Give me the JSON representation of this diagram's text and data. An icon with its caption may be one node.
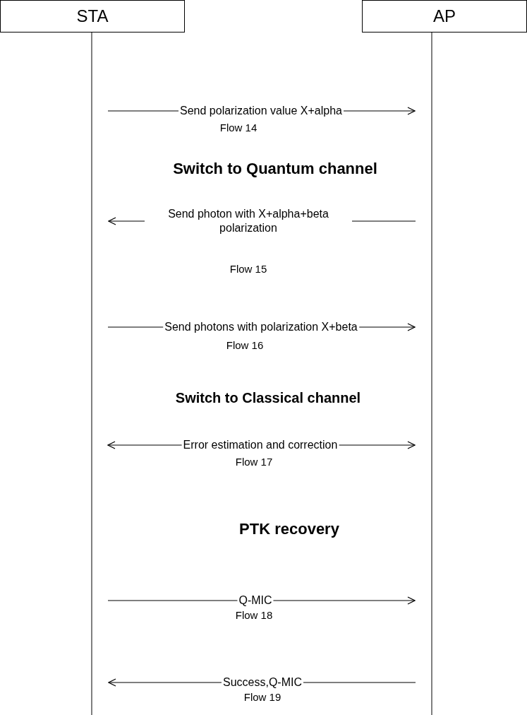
{
  "diagram": {
    "nodes": [
      {
        "text": [
          "STA"
        ]
      },
      {
        "text": [
          "AP"
        ]
      }
    ],
    "edges": [
      {
        "from": 0,
        "to": 1,
        "arrow": "to",
        "label": "Send polarization value X+alpha"
      },
      {
        "from": 1,
        "to": 0,
        "arrow": "to",
        "label": "Send photon with X+alpha+beta polarization"
      },
      {
        "from": 0,
        "to": 1,
        "arrow": "to",
        "label": "Send photons with polarization X+beta"
      },
      {
        "from": 0,
        "to": 1,
        "arrow": "both",
        "label": "Error estimation and correction"
      },
      {
        "from": 0,
        "to": 1,
        "arrow": "to",
        "label": "Q-MIC"
      },
      {
        "from": 1,
        "to": 0,
        "arrow": "to",
        "label": "Success,Q-MIC"
      }
    ],
    "labels": [
      "Flow 14",
      "Switch to Quantum channel",
      "Flow 15",
      "Flow 16",
      "Switch to Classical channel",
      "Flow 17",
      "PTK recovery",
      "Flow 18",
      "Flow 19"
    ]
  }
}
